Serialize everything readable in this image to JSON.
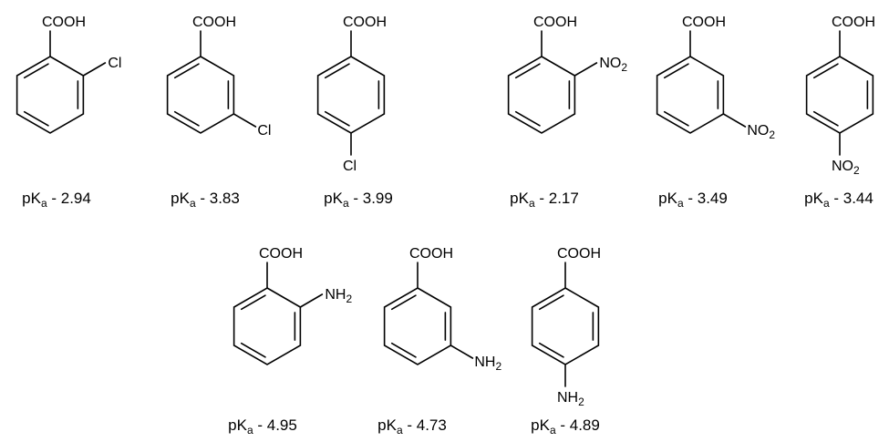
{
  "pka_symbol": "p",
  "pka_k": "K",
  "pka_sub": "a",
  "pka_sep": " - ",
  "compounds": [
    {
      "name": "2-chlorobenzoic acid",
      "acid": "COOH",
      "substituent": "Cl",
      "position": "ortho",
      "pka": "2.94"
    },
    {
      "name": "3-chlorobenzoic acid",
      "acid": "COOH",
      "substituent": "Cl",
      "position": "meta",
      "pka": "3.83"
    },
    {
      "name": "4-chlorobenzoic acid",
      "acid": "COOH",
      "substituent": "Cl",
      "position": "para",
      "pka": "3.99"
    },
    {
      "name": "2-nitrobenzoic acid",
      "acid": "COOH",
      "substituent": "NO",
      "sub_index": "2",
      "position": "ortho",
      "pka": "2.17"
    },
    {
      "name": "3-nitrobenzoic acid",
      "acid": "COOH",
      "substituent": "NO",
      "sub_index": "2",
      "position": "meta",
      "pka": "3.49"
    },
    {
      "name": "4-nitrobenzoic acid",
      "acid": "COOH",
      "substituent": "NO",
      "sub_index": "2",
      "position": "para",
      "pka": "3.44"
    },
    {
      "name": "2-aminobenzoic acid",
      "acid": "COOH",
      "substituent": "NH",
      "sub_index": "2",
      "position": "ortho",
      "pka": "4.95"
    },
    {
      "name": "3-aminobenzoic acid",
      "acid": "COOH",
      "substituent": "NH",
      "sub_index": "2",
      "position": "meta",
      "pka": "4.73"
    },
    {
      "name": "4-aminobenzoic acid",
      "acid": "COOH",
      "substituent": "NH",
      "sub_index": "2",
      "position": "para",
      "pka": "4.89"
    }
  ]
}
